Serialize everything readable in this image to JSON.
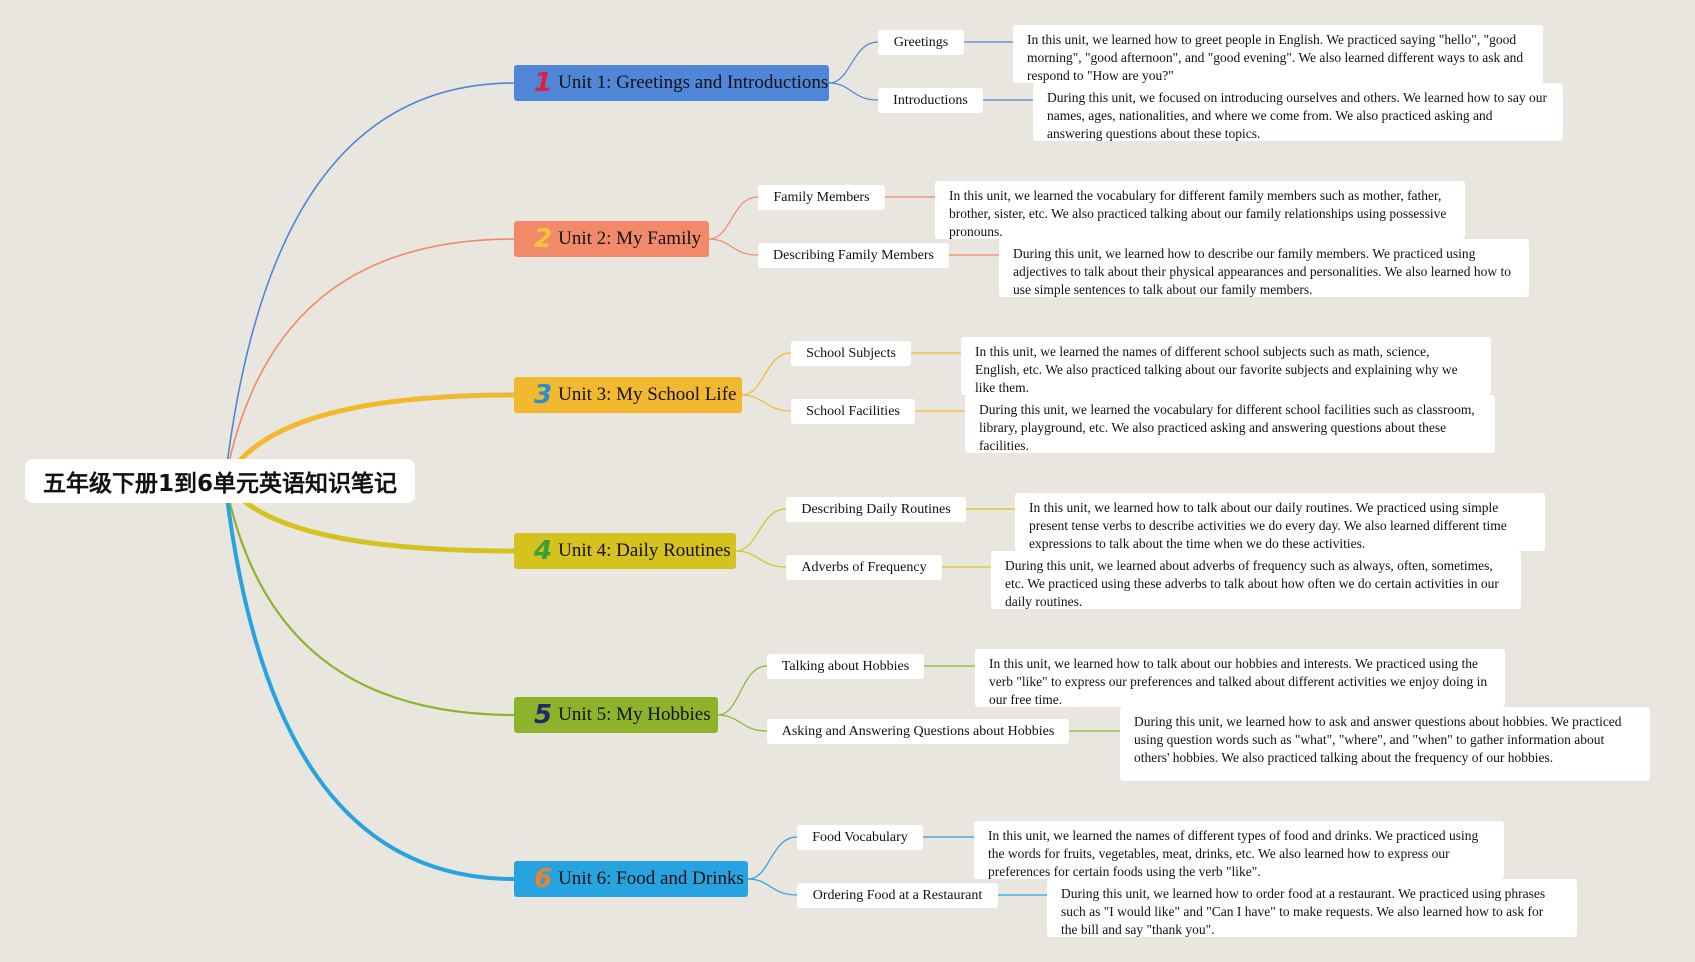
{
  "root": {
    "title": "五年级下册1到6单元英语知识笔记"
  },
  "units": [
    {
      "number": "1",
      "label": "Unit 1: Greetings and Introductions",
      "color": "#4f86d8",
      "num_color": "#e0203a",
      "topics": [
        {
          "label": "Greetings",
          "note": "In this unit, we learned how to greet people in English. We practiced saying \"hello\", \"good morning\", \"good afternoon\", and \"good evening\". We also learned different ways to ask and respond to \"How are you?\""
        },
        {
          "label": "Introductions",
          "note": "During this unit, we focused on introducing ourselves and others. We learned how to say our names, ages, nationalities, and where we come from. We also practiced asking and answering questions about these topics."
        }
      ]
    },
    {
      "number": "2",
      "label": "Unit 2: My Family",
      "color": "#f28a6a",
      "num_color": "#f5c542",
      "topics": [
        {
          "label": "Family Members",
          "note": "In this unit, we learned the vocabulary for different family members such as mother, father, brother, sister, etc. We also practiced talking about our family relationships using possessive pronouns."
        },
        {
          "label": "Describing Family Members",
          "note": "During this unit, we learned how to describe our family members. We practiced using adjectives to talk about their physical appearances and personalities. We also learned how to use simple sentences to talk about our family members."
        }
      ]
    },
    {
      "number": "3",
      "label": "Unit 3: My School Life",
      "color": "#f3b92e",
      "num_color": "#2a8fd0",
      "topics": [
        {
          "label": "School Subjects",
          "note": "In this unit, we learned the names of different school subjects such as math, science, English, etc. We also practiced talking about our favorite subjects and explaining why we like them."
        },
        {
          "label": "School Facilities",
          "note": "During this unit, we learned the vocabulary for different school facilities such as classroom, library, playground, etc. We also practiced asking and answering questions about these facilities."
        }
      ]
    },
    {
      "number": "4",
      "label": "Unit 4: Daily Routines",
      "color": "#d6c21e",
      "num_color": "#3aa13a",
      "topics": [
        {
          "label": "Describing Daily Routines",
          "note": "In this unit, we learned how to talk about our daily routines. We practiced using simple present tense verbs to describe activities we do every day. We also learned different time expressions to talk about the time when we do these activities."
        },
        {
          "label": "Adverbs of Frequency",
          "note": "During this unit, we learned about adverbs of frequency such as always, often, sometimes, etc. We practiced using these adverbs to talk about how often we do certain activities in our daily routines."
        }
      ]
    },
    {
      "number": "5",
      "label": "Unit 5: My Hobbies",
      "color": "#8db32a",
      "num_color": "#1e2a6a",
      "topics": [
        {
          "label": "Talking about Hobbies",
          "note": "In this unit, we learned how to talk about our hobbies and interests. We practiced using the verb \"like\" to express our preferences and talked about different activities we enjoy doing in our free time."
        },
        {
          "label": "Asking and Answering Questions about Hobbies",
          "note": "During this unit, we learned how to ask and answer questions about hobbies. We practiced using question words such as \"what\", \"where\", and \"when\" to gather information about others' hobbies. We also practiced talking about the frequency of our hobbies."
        }
      ]
    },
    {
      "number": "6",
      "label": "Unit 6: Food and Drinks",
      "color": "#27a3e0",
      "num_color": "#e9822a",
      "topics": [
        {
          "label": "Food Vocabulary",
          "note": "In this unit, we learned the names of different types of food and drinks. We practiced using the words for fruits, vegetables, meat, drinks, etc. We also learned how to express our preferences for certain foods using the verb \"like\"."
        },
        {
          "label": "Ordering Food at a Restaurant",
          "note": "During this unit, we learned how to order food at a restaurant. We practiced using phrases such as \"I would like\" and \"Can I have\" to make requests. We also learned how to ask for the bill and say \"thank you\"."
        }
      ]
    }
  ]
}
